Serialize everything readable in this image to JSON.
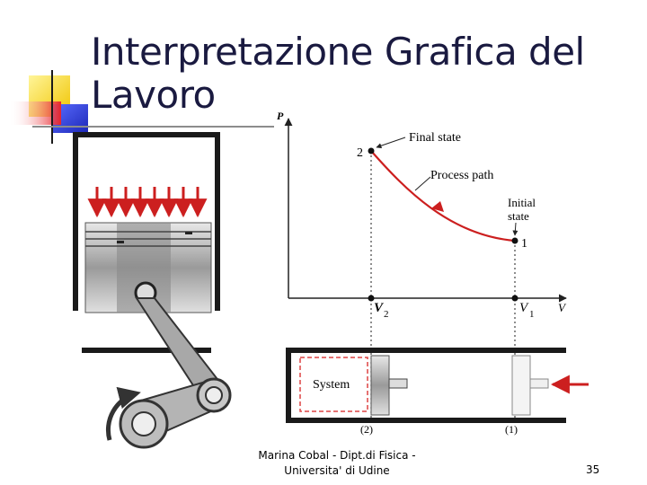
{
  "slide": {
    "title_line1": "Interpretazione Grafica del",
    "title_line2": "Lavoro",
    "footer_line1": "Marina Cobal - Dipt.di Fisica -",
    "footer_line2": "Universita' di Udine",
    "page_number": "35"
  },
  "diagram": {
    "p_axis": "P",
    "v_axis": "V",
    "state2": "2",
    "state1": "1",
    "final_state": "Final state",
    "process_path": "Process path",
    "initial_line1": "Initial",
    "initial_line2": "state",
    "v2_main": "V",
    "v2_sub": "2",
    "v1_main": "V",
    "v1_sub": "1",
    "system_label": "System",
    "pos2": "(2)",
    "pos1": "(1)"
  },
  "colors": {
    "title": "#1a1a40",
    "arrow_red": "#cc1f1f",
    "deco_yellow": "#f7d417",
    "deco_blue": "#2f3fd8",
    "deco_red": "#e8232a"
  }
}
